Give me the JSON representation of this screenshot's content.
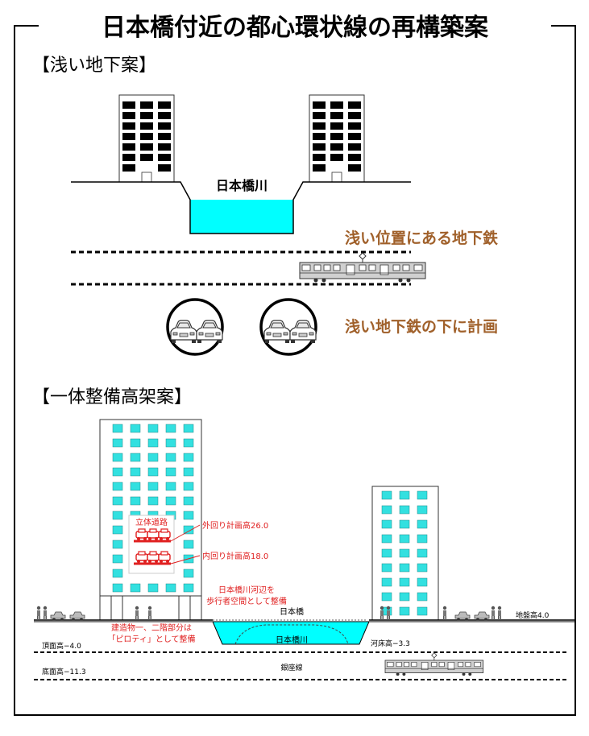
{
  "title": "日本橋付近の都心環状線の再構築案",
  "shallow": {
    "heading": "【浅い地下案】",
    "river_label": "日本橋川",
    "subway_label": "浅い位置にある地下鉄",
    "plan_label": "浅い地下鉄の下に計画"
  },
  "elevated": {
    "heading": "【一体整備高架案】",
    "road_box_label": "立体道路",
    "outer_loop": "外回り計画高26.0",
    "inner_loop": "内回り計画高18.0",
    "riverside_note_1": "日本橋川河辺を",
    "riverside_note_2": "歩行者空間として整備",
    "bridge_label": "日本橋",
    "ground_level": "地盤高4.0",
    "piloti_note_1": "建造物一、二階部分は",
    "piloti_note_2": "「ピロティ」として整備",
    "top_level": "頂面高−4.0",
    "river_label": "日本橋川",
    "riverbed_level": "河床高−3.3",
    "bottom_level": "底面高−11.3",
    "subway_line": "銀座線"
  },
  "colors": {
    "water": "#00ffff",
    "window": "#33e0e0",
    "brown_label": "#a0602a",
    "red_label": "#e02020"
  }
}
